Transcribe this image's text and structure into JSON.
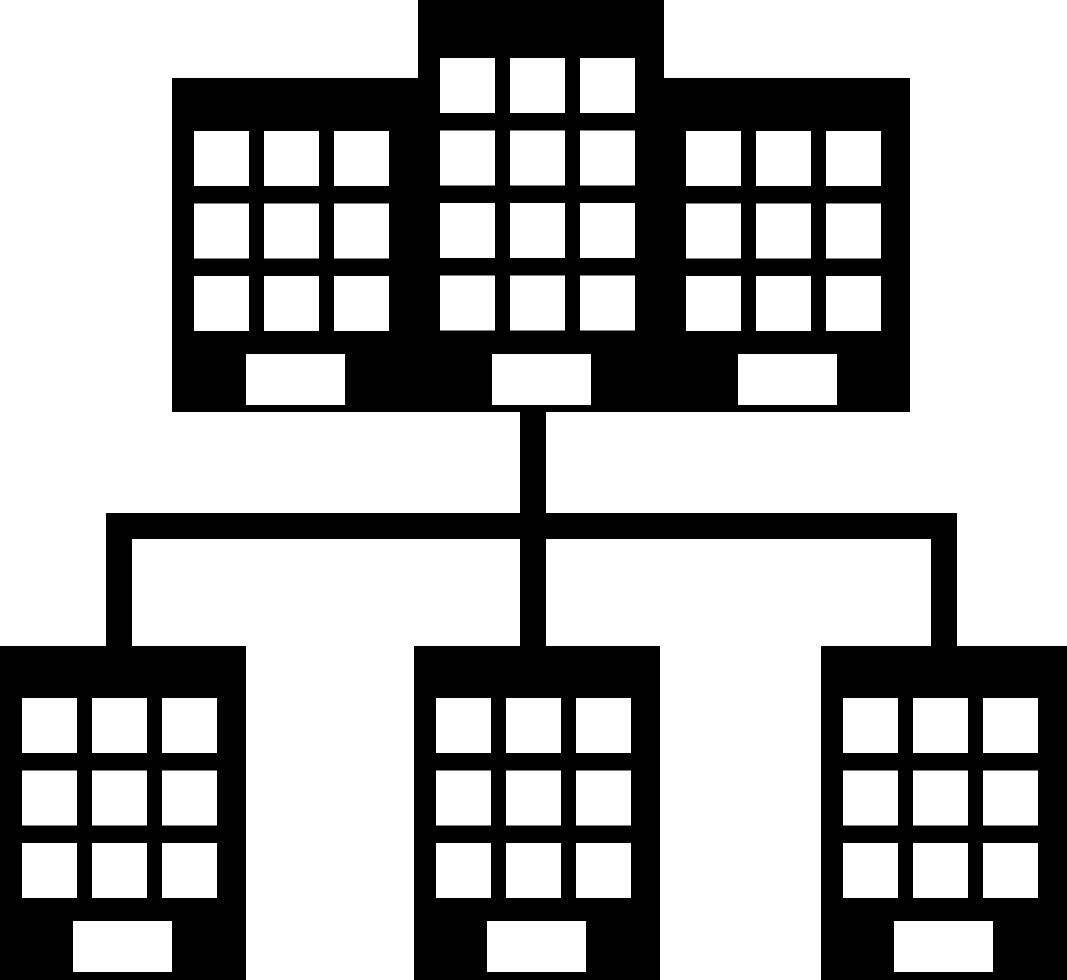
{
  "icon": {
    "name": "corporate-branch-network-icon",
    "colors": {
      "fill": "#000000",
      "background": "#ffffff"
    },
    "headquarters": {
      "name": "headquarters-building-icon",
      "wings": 3,
      "window_rows": 3,
      "window_cols": 3,
      "central_tower_extra_rows": 1,
      "doors_per_building": 1
    },
    "branches": {
      "name": "branch-building-icon",
      "count": 3,
      "window_rows": 3,
      "window_cols": 3,
      "doors_per_building": 1
    },
    "connector": {
      "name": "hierarchy-connector-lines"
    }
  }
}
